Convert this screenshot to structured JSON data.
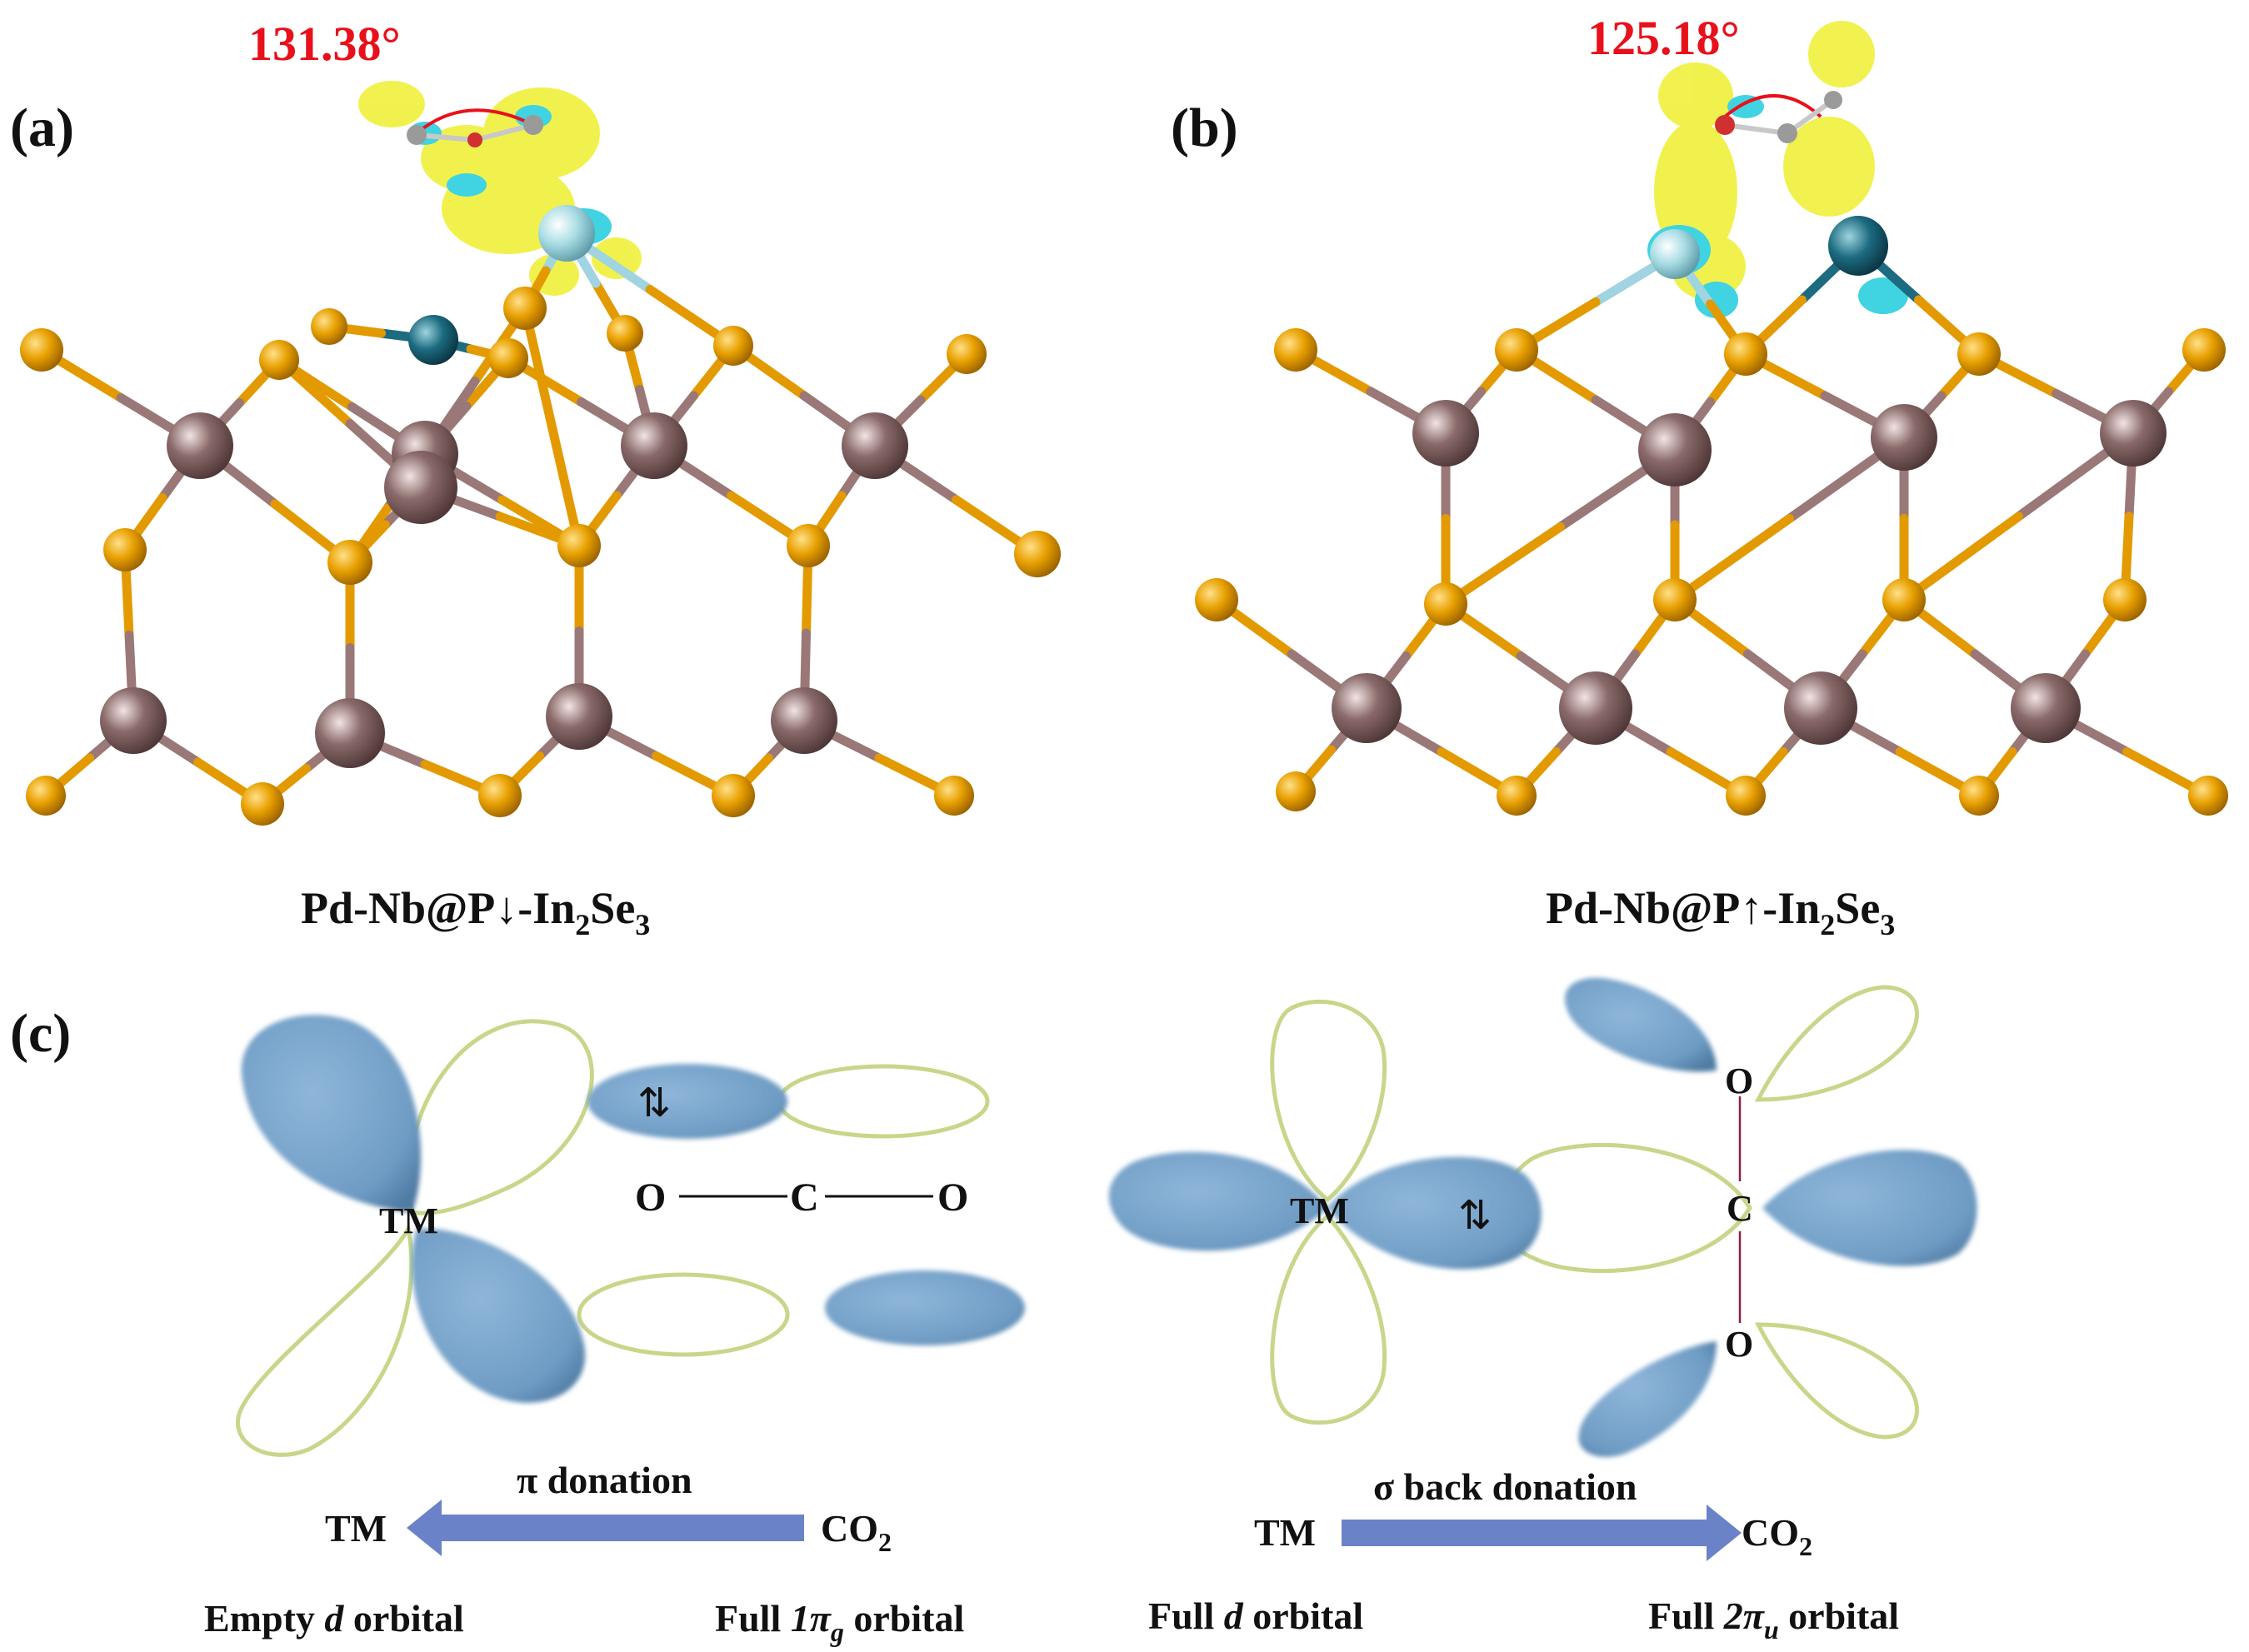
{
  "panels": {
    "a": {
      "letter": "(a)",
      "angle": "131.38°",
      "caption": {
        "pre": "Pd-Nb@P↓-In",
        "sub1": "2",
        "mid": "Se",
        "sub2": "3"
      }
    },
    "b": {
      "letter": "(b)",
      "angle": "125.18°",
      "caption": {
        "pre": "Pd-Nb@P↑-In",
        "sub1": "2",
        "mid": "Se",
        "sub2": "3"
      }
    },
    "c": {
      "letter": "(c)",
      "left": {
        "tm": "TM",
        "spin": "⇅",
        "atom_o1": "O",
        "atom_c": "C",
        "atom_o2": "O",
        "arrow_label": "π donation",
        "arrow_from": "CO",
        "arrow_from_sub": "2",
        "arrow_to": "TM",
        "desc_left_pre": "Empty ",
        "desc_left_it": "d",
        "desc_left_post": " orbital",
        "desc_right_pre": "Full ",
        "desc_right_it": "1π",
        "desc_right_sub": "g",
        "desc_right_post": " orbital"
      },
      "right": {
        "tm": "TM",
        "spin": "⇅",
        "atom_o1": "O",
        "atom_c": "C",
        "atom_o2": "O",
        "arrow_label": "σ back donation",
        "arrow_from": "TM",
        "arrow_to": "CO",
        "arrow_to_sub": "2",
        "desc_left_pre": "Full ",
        "desc_left_it": "d",
        "desc_left_post": " orbital",
        "desc_right_pre": "Full ",
        "desc_right_it": "2π",
        "desc_right_sub": "u",
        "desc_right_post": " orbital"
      }
    }
  },
  "colors": {
    "se_atom": "#e8a000",
    "in_atom": "#8a6a6a",
    "metal_atom": "#1c6b80",
    "pd_atom": "#a8dce4",
    "charge_accumulation": "#f0f040",
    "charge_depletion": "#30d0e0",
    "orbital_fill": "#6f9cc4",
    "orbital_outline": "#c8d68a",
    "arrow": "#6a82c8",
    "angle_text": "#e8101a"
  }
}
